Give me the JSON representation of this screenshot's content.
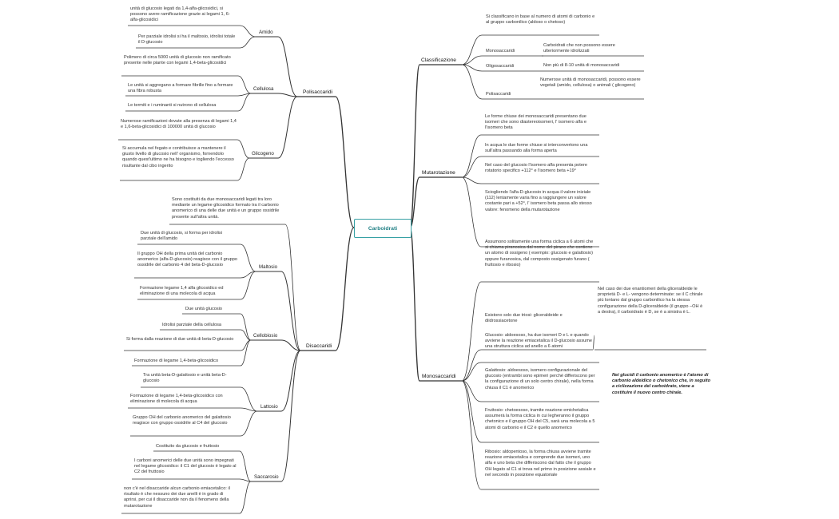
{
  "center": "Carboidrati",
  "polisaccaridi": {
    "label": "Polisaccaridi",
    "amido": {
      "label": "Amido",
      "items": [
        "unità di glucosio legati da 1,4-alfa-glicosidici, si possono avere ramificazione grazie ai legami 1, 6-alfa-glicosidici",
        "Per parziale idrolisi si ha il maltosio, idrolisi totale il D-glucosio"
      ]
    },
    "cellulosa": {
      "label": "Cellulosa",
      "items": [
        "Polimero di circa 5000 unità di glucosio non ramificato presente nelle piante con legami 1,4-beta-glicosidici",
        "Le unità si aggregano a formare fibrille fino a formare una fibra robusta",
        "Le termiti e i ruminanti si nutrono di cellulosa"
      ]
    },
    "glicogeno": {
      "label": "Glicogeno",
      "items": [
        "Numerose ramificazioni dovute alla presenza di legami 1,4 e 1,6-beta-glicosidici di 100000 unità di glucosio",
        "Si accumula nel fegato e contribuisce a mantenere il giusto livello di glucosio nell' organismo, fornendolo quando quest'ultimo ne ha bisogno e togliendo l'eccesso risultante dal cibo ingerito"
      ]
    }
  },
  "disaccaridi": {
    "label": "Disaccaridi",
    "intro": "Sono costituiti da due monosaccaridi legati tra loro mediante un legame glicosidico formato tra il carbonio anomerico di una delle due unità e un gruppo ossidrile presente sull'altra unità.",
    "maltosio": {
      "label": "Maltosio",
      "items": [
        "Due unità di glucosio, si forma per idrolisi parziale dell'amido",
        "Il gruppo OH della prima unità del carbonio anomerico (alfa-D-glucosio) reagisce con il gruppo ossidrile del carbonio 4 del beta-D-glucosio",
        "Formazione legame 1,4 alfa glicosidico ed eliminazione di una molecola di acqua"
      ]
    },
    "cellobiosio": {
      "label": "Cellobiosio",
      "items": [
        "Due unità glucosio",
        "Idrolisi parziale della cellulosa",
        "Si forma dalla reazione  di due unità di beta-D-glucosio",
        "Formazione di legame 1,4-beta-glicosidico"
      ]
    },
    "lattosio": {
      "label": "Lattosio",
      "items": [
        "Tra unità beta-D-galattosio e unità beta-D-glucosio",
        "Formazione di legame 1,4-beta-glicosidico con eliminazione di molecola di acqua",
        "Gruppo OH del carbonio anomerico del galattosio reagisce con gruppo ossidrile al C4 del glucosio"
      ]
    },
    "saccarosio": {
      "label": "Saccarosio",
      "items": [
        "Costituito da glucosio e fruttosio",
        "I carboni anomerici delle due unità sono impegnati nel legame glicosidico: il C1 del glucosio è legato al C2 del fruttosio",
        "non c'è nel disaccaride alcun carbonio emiacetalico: il risultato è che nessuno dei due anelli è in grado di aprirsi, per cui il disaccaride non da il fenomeno della mutarotazione"
      ]
    }
  },
  "classificazione": {
    "label": "Classificazione",
    "intro": "Si classificano in base al numero di atomi di carbonio e al gruppo carbonilico (aldoso o chetoso)",
    "rows": [
      {
        "name": "Monosaccaridi",
        "desc": "Carboidrati che non possono essere ulteriormente idrolizzati"
      },
      {
        "name": "Oligosaccaridi",
        "desc": "Non più di 8-10 unità di monosaccaridi"
      },
      {
        "name": "Polisaccaridi",
        "desc": "Numerose unità di monosaccaridi, possono essere vegetali (amido, cellulosa) o animali ( glicogeno)"
      }
    ]
  },
  "mutarotazione": {
    "label": "Mutarotazione",
    "items": [
      "Le forme chiuse dei monosaccaridi presentano due isomeri che sono diastereoisomeri, l' isomero alfa e l'isomero beta",
      "In acqua le due forme chiuse si interconvertono una sull'altra passando alla forma aperta",
      "Nel caso del glucosio l'isomero alfa presenta potere rotatorio specifico +112° e l'isomero beta +19°",
      "Sciogliendo l'alfa-D-glucosio in acqua il valore iniziale (112) lentamente varia fino a raggiungere un valore costante pari a +52°, l' isomero beta passa allo stesso valore: fenomeno della mutarotazione"
    ]
  },
  "monosaccaridi": {
    "label": "Monosaccaridi",
    "items": [
      "Assumono solitamente una forma ciclica a 6 atomi che si chiama piranosica dal nome del pirano che contiene un atomo di ossigeno ( esempio: glucosio e galattosio) oppure furanosica, dal composto ossigenato furano ( fruttosio e ribosio)",
      "Esistono solo due triosi: gliceraldeide e diidrossiacetone",
      "Glucosio: aldoesoso, ha due isomeri D e L e quando avviene la reazione emiacetalica il D-glucosio assume una struttura ciclica ad anello a 6 atomi",
      "Galattosio: aldoesoso, isomero configurazionale del glucosio (entrambi sono epimeri perché differiscono per la configurazione di un solo centro chirale), nella forma chiusa il C1 è anomerico",
      "Fruttosio: chetoesoso, tramite reazione emichetalica assumerà la forma ciclica in cui legheranno il gruppo chetonico e il gruppo OH del C5, sarà una molecola a 5 atomi di carbonio e il C2 è quello anomerico",
      "Ribosio: aldopentoso, la forma chiusa avviene tramite reazione emiacetalica e comprende due isomeri, uno alfa e uno beta che differiscono dal fatto che il gruppo OH legato al C1 si trova nel primo in posizione assiale e nel secondo in posizione equatoriale"
    ],
    "triosi_note": "Nel caso dei due enantiomeri della gliceraldeide le proprietà D- e L- vengono determinate: se il C chirale più lontano dal gruppo carbonilico ha la stessa configurazione della D-gliceraldeide (il gruppo –OH è a destra), il carboidrato è D, se è a sinistra è L.",
    "anomerico_note": "Nei glucidi il carbonio anomerico è l'atomo di carbonio aldeidico o chetonico che, in seguito a ciclizzazione del carboidrato, viene a costituire il nuovo centro chirale."
  }
}
